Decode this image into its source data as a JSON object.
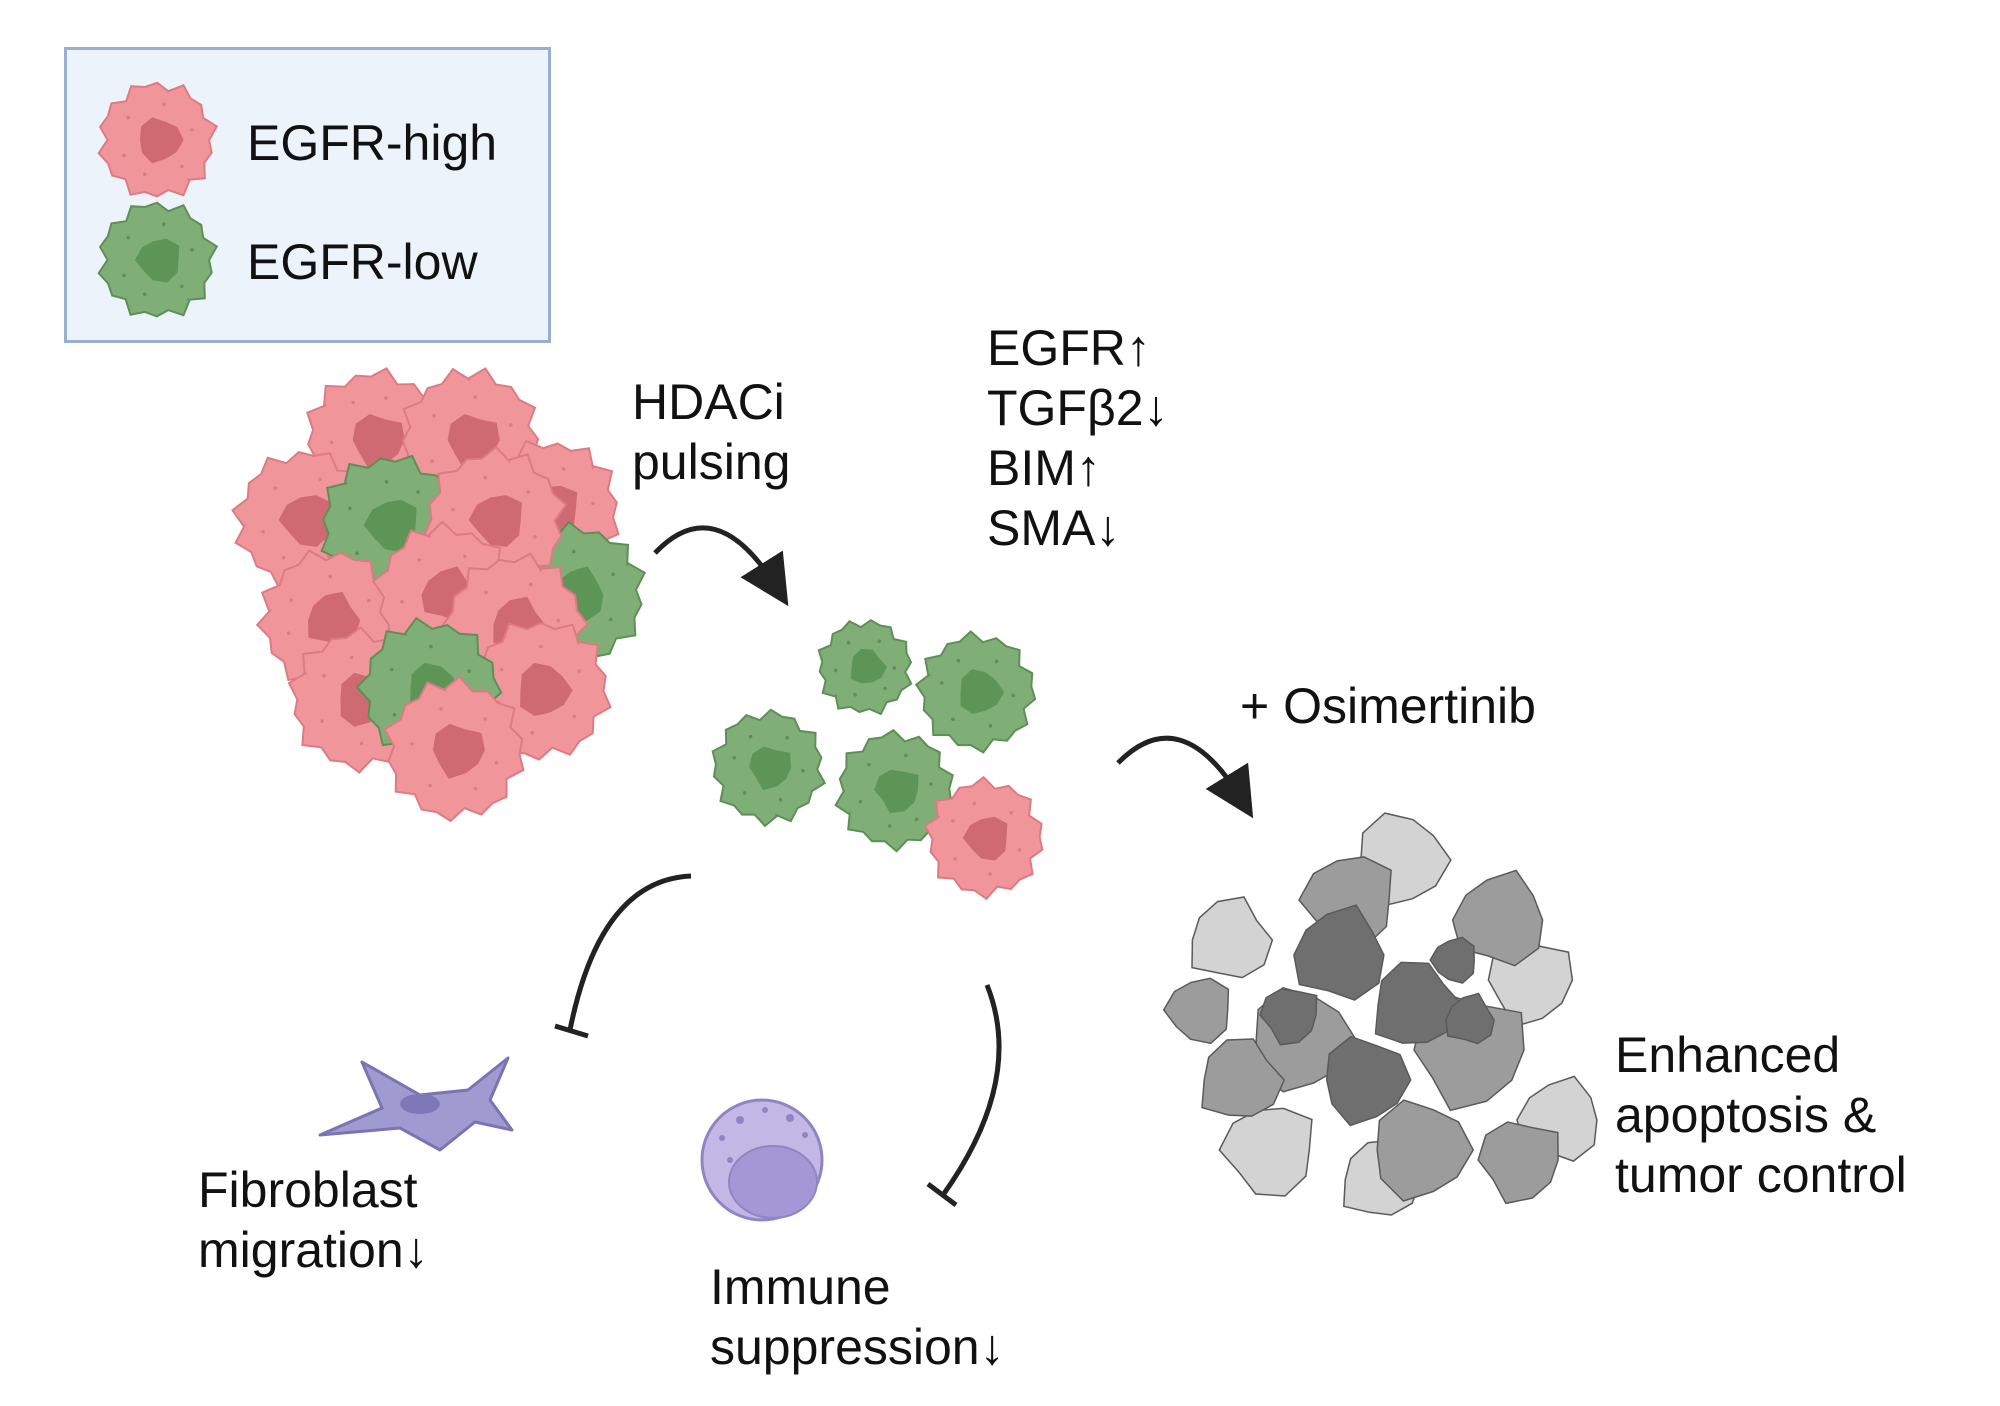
{
  "legend": {
    "items": [
      {
        "label": "EGFR-high",
        "color": "#f0969b"
      },
      {
        "label": "EGFR-low",
        "color": "#7fae76"
      }
    ]
  },
  "treatment1": {
    "line1": "HDACi",
    "line2": "pulsing"
  },
  "markers": [
    {
      "text": "EGFR↑"
    },
    {
      "text": "TGFβ2↓"
    },
    {
      "text": "BIM↑"
    },
    {
      "text": "SMA↓"
    }
  ],
  "treatment2": {
    "label": "+ Osimertinib"
  },
  "outcome": {
    "line1": "Enhanced",
    "line2": "apoptosis &",
    "line3": "tumor control"
  },
  "fibroblast": {
    "line1": "Fibroblast",
    "line2": "migration↓"
  },
  "immune": {
    "line1": "Immune",
    "line2": "suppression↓"
  },
  "colors": {
    "egfr_high": "#f0969b",
    "egfr_high_nucleus": "#cf6a72",
    "egfr_high_edge": "#dd7b83",
    "egfr_low": "#7fae76",
    "egfr_low_nucleus": "#5d9557",
    "egfr_low_edge": "#5f8f58",
    "fibroblast": "#9f9ad0",
    "immune_cell": "#c3b7e6",
    "apoptotic_dark": "#6f6f6f",
    "apoptotic_mid": "#9c9c9c",
    "apoptotic_light": "#d3d3d3",
    "arrow": "#222222",
    "legend_bg": "#edf3fb",
    "legend_border": "#9aaed0"
  }
}
